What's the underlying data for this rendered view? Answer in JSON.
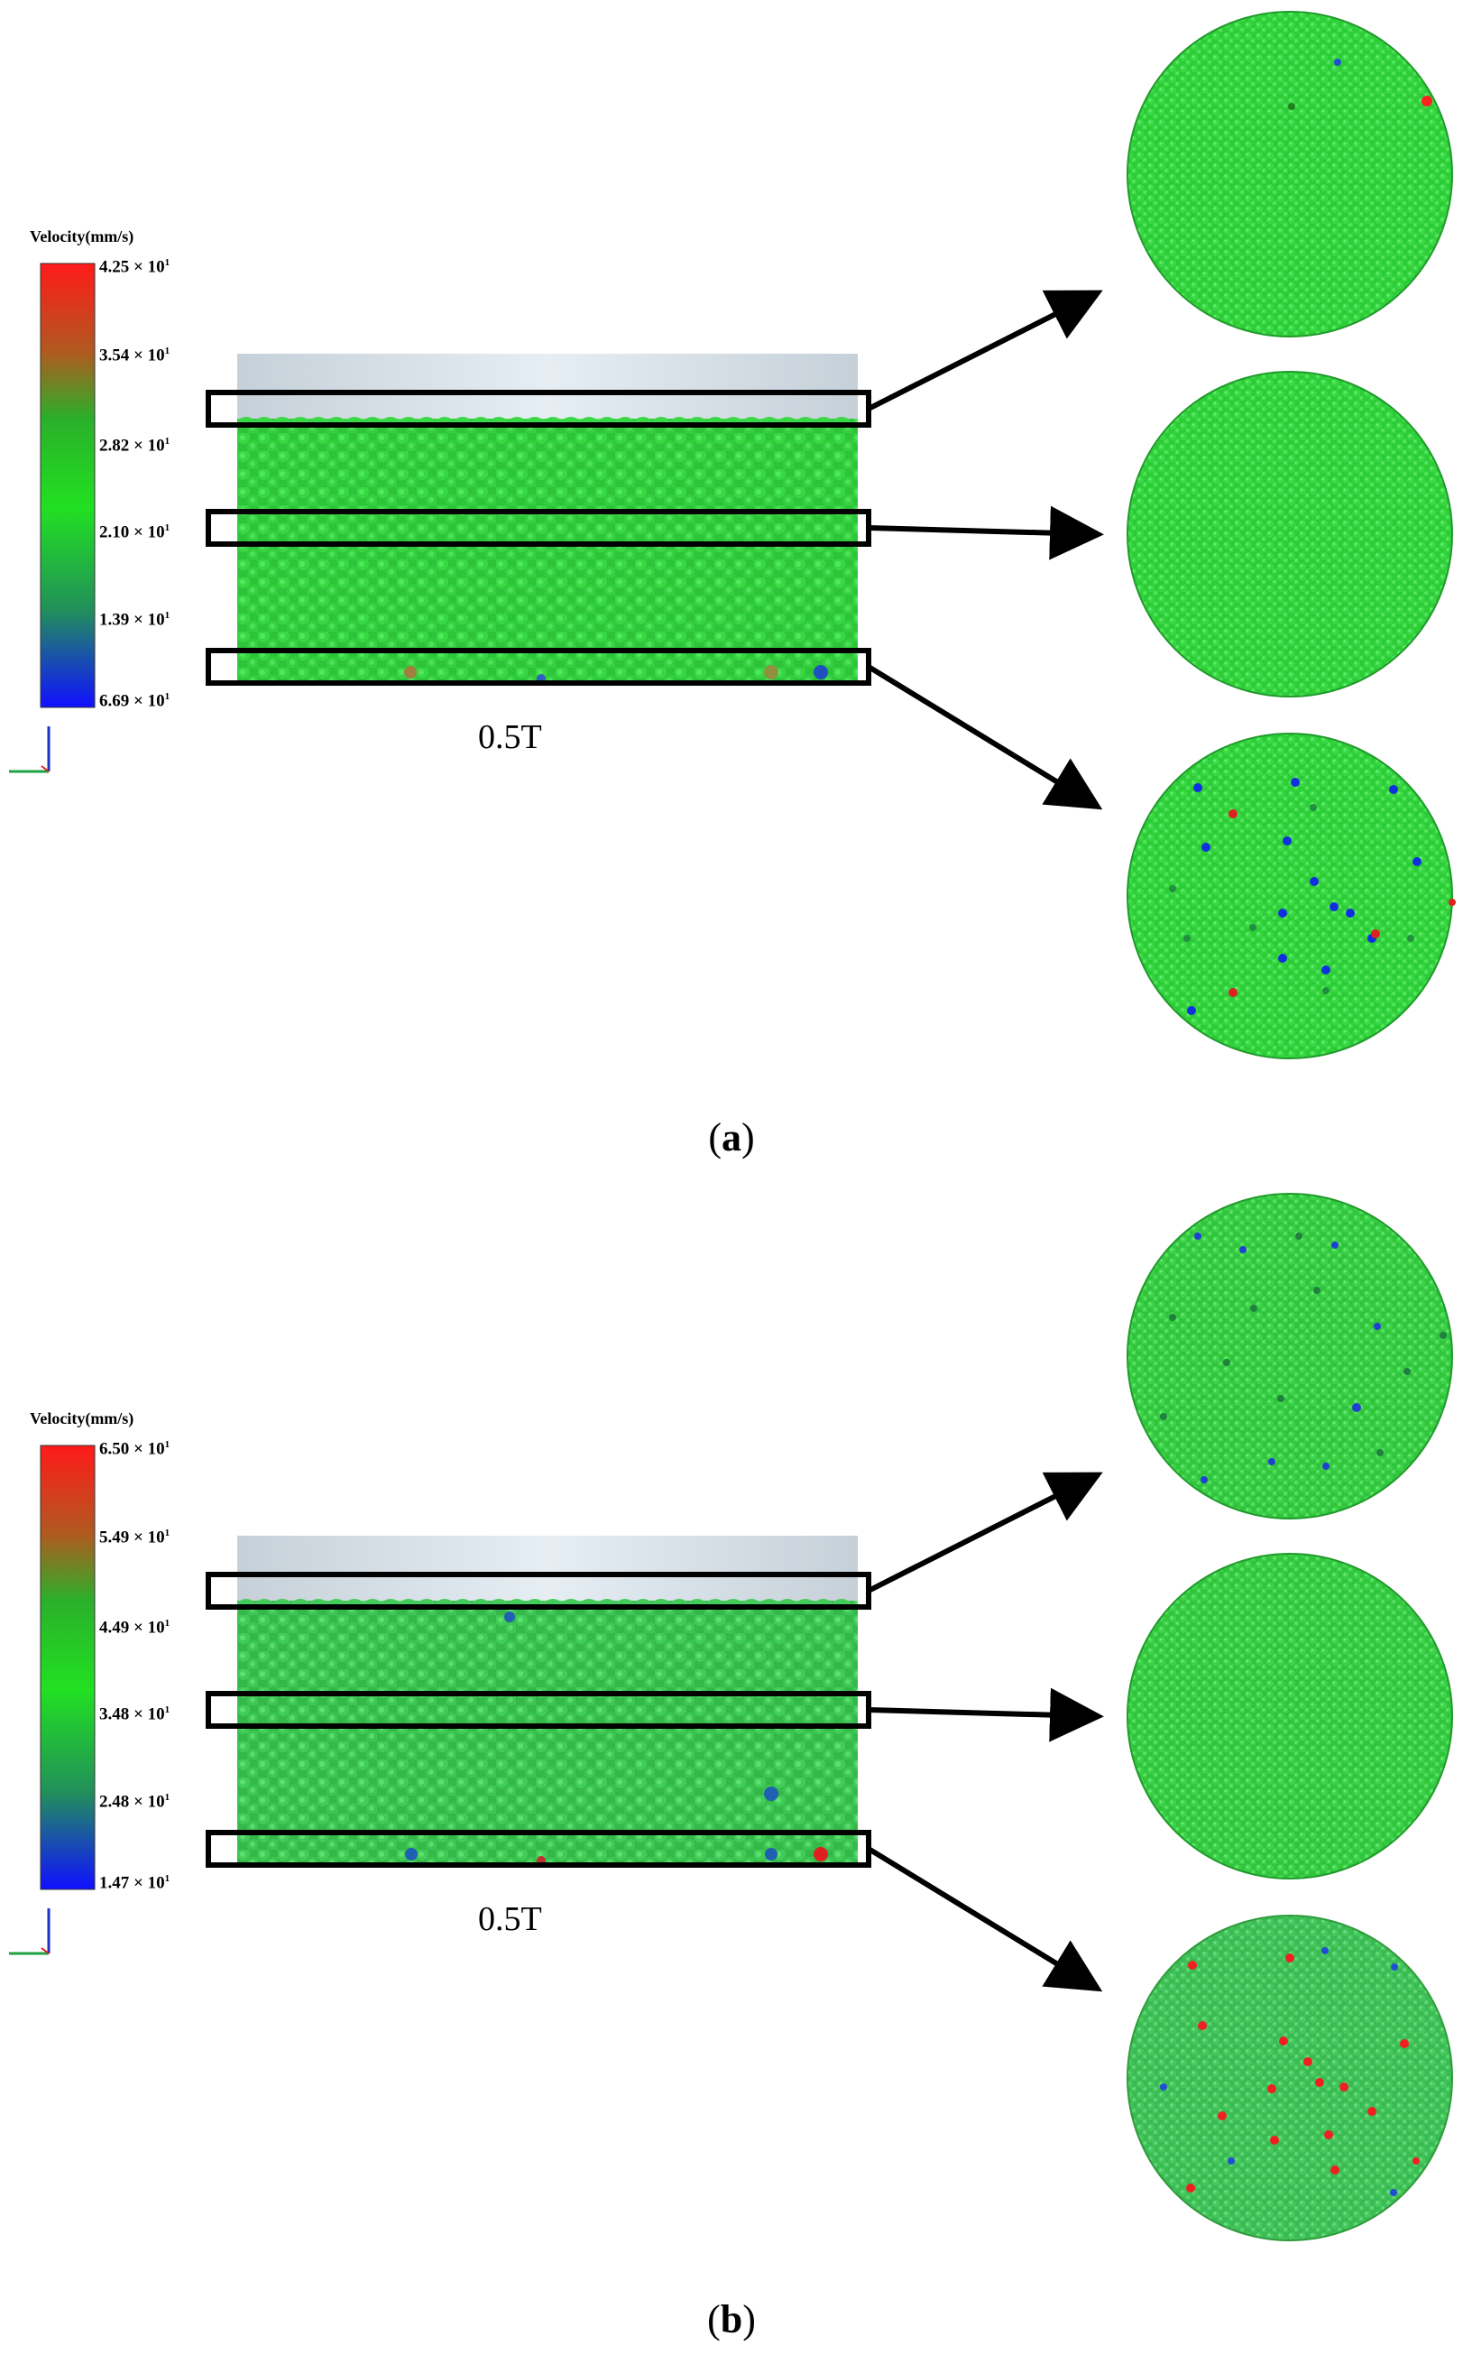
{
  "panels": [
    {
      "id": "a",
      "label": "a",
      "time_label": "0.5T",
      "colorbar": {
        "title": "Velocity(mm/s)",
        "ticks": [
          {
            "mantissa": "4.25",
            "exp": "1"
          },
          {
            "mantissa": "3.54",
            "exp": "1"
          },
          {
            "mantissa": "2.82",
            "exp": "1"
          },
          {
            "mantissa": "2.10",
            "exp": "1"
          },
          {
            "mantissa": "1.39",
            "exp": "1"
          },
          {
            "mantissa": "6.69",
            "exp": "1"
          }
        ],
        "colors": [
          "#ff1a1a",
          "#2cc42c",
          "#1010ff"
        ]
      },
      "slices": [
        {
          "name": "top",
          "base": "#33d233",
          "accents": [
            {
              "c": "#ff2020",
              "n": 1
            },
            {
              "c": "#2050d0",
              "n": 1
            },
            {
              "c": "#208020",
              "n": 1
            }
          ]
        },
        {
          "name": "middle",
          "base": "#34d234",
          "accents": []
        },
        {
          "name": "bottom",
          "base": "#38d038",
          "accents": [
            {
              "c": "#1030e0",
              "n": 14
            },
            {
              "c": "#e02020",
              "n": 5
            },
            {
              "c": "#209040",
              "n": 6
            }
          ]
        }
      ]
    },
    {
      "id": "b",
      "label": "b",
      "time_label": "0.5T",
      "colorbar": {
        "title": "Velocity(mm/s)",
        "ticks": [
          {
            "mantissa": "6.50",
            "exp": "1"
          },
          {
            "mantissa": "5.49",
            "exp": "1"
          },
          {
            "mantissa": "4.49",
            "exp": "1"
          },
          {
            "mantissa": "3.48",
            "exp": "1"
          },
          {
            "mantissa": "2.48",
            "exp": "1"
          },
          {
            "mantissa": "1.47",
            "exp": "1"
          }
        ],
        "colors": [
          "#ff1a1a",
          "#2cc42c",
          "#1010ff"
        ]
      },
      "slices": [
        {
          "name": "top",
          "base": "#3acb3a",
          "accents": [
            {
              "c": "#2040d0",
              "n": 8
            },
            {
              "c": "#208040",
              "n": 10
            }
          ]
        },
        {
          "name": "middle",
          "base": "#34cf34",
          "accents": []
        },
        {
          "name": "bottom",
          "base": "#40c850",
          "accents": [
            {
              "c": "#f02020",
              "n": 16
            },
            {
              "c": "#2050d0",
              "n": 5
            }
          ]
        }
      ]
    }
  ],
  "colors": {
    "particles": "#2fcf3a",
    "container": "#d8e2ea",
    "frame": "#000000"
  }
}
